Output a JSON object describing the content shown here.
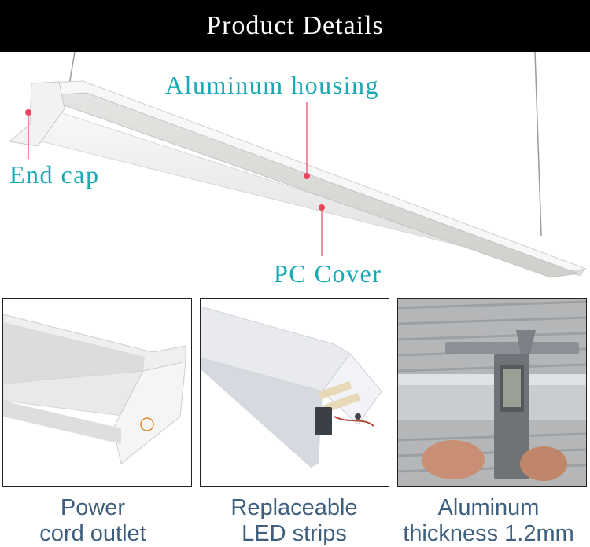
{
  "header": {
    "title": "Product Details"
  },
  "hero": {
    "callouts": {
      "aluminum_housing": "Aluminum housing",
      "end_cap": "End cap",
      "pc_cover": "PC Cover"
    }
  },
  "panels": [
    {
      "caption_line1": "Power",
      "caption_line2": "cord outlet"
    },
    {
      "caption_line1": "Replaceable",
      "caption_line2": "LED strips"
    },
    {
      "caption_line1": "Aluminum",
      "caption_line2": "thickness 1.2mm"
    }
  ],
  "colors": {
    "callout_text": "#17a9b4",
    "callout_marker": "#e8435f",
    "caption_text": "#3f5f7f",
    "header_bg": "#000000"
  }
}
